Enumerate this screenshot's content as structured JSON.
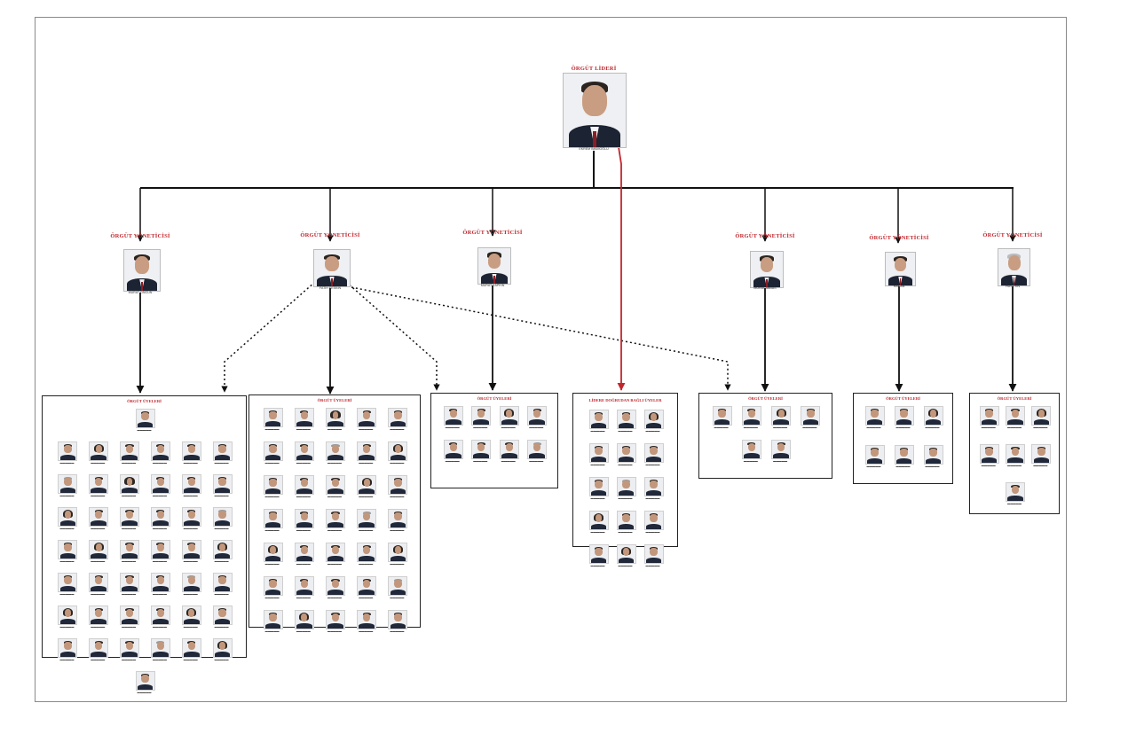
{
  "leader": {
    "role_label": "ÖRGÜT LİDERİ",
    "name": "EKREM İMAMOĞLU"
  },
  "managers": [
    {
      "role_label": "ÖRGÜT YÖNETİCİSİ",
      "name": "MURAT ONGUN"
    },
    {
      "role_label": "ÖRGÜT YÖNETİCİSİ",
      "name": "FATİH KESKİN"
    },
    {
      "role_label": "ÖRGÜT YÖNETİCİSİ",
      "name": "MURAT KAPKİN"
    },
    {
      "role_label": "ÖRGÜT YÖNETİCİSİ",
      "name": "MURAT ABBAS"
    },
    {
      "role_label": "ÖRGÜT YÖNETİCİSİ",
      "name": "HAKAN"
    },
    {
      "role_label": "ÖRGÜT YÖNETİCİSİ",
      "name": "HÜSEYİN"
    }
  ],
  "groups": [
    {
      "title": "ÖRGÜT ÜYELERİ",
      "member_count": 44
    },
    {
      "title": "ÖRGÜT ÜYELERİ",
      "member_count": 35
    },
    {
      "title": "ÖRGÜT ÜYELERİ",
      "member_count": 8
    },
    {
      "title": "LİDERE DOĞRUDAN BAĞLI ÜYELER",
      "member_count": 15
    },
    {
      "title": "ÖRGÜT ÜYELERİ",
      "member_count": 6
    },
    {
      "title": "ÖRGÜT ÜYELERİ",
      "member_count": 6
    },
    {
      "title": "ÖRGÜT ÜYELERİ",
      "member_count": 7
    }
  ],
  "colors": {
    "role_red": "#c0272d",
    "solid_line": "#111111",
    "leader_link": "#c0272d"
  }
}
